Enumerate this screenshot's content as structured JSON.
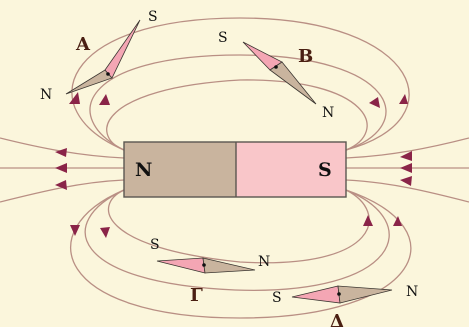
{
  "magnet": {
    "north_label": "N",
    "south_label": "S",
    "north_color": "#c9b49e",
    "south_color": "#f9c6c9"
  },
  "compasses": [
    {
      "name": "A",
      "north_label": "N",
      "south_label": "S"
    },
    {
      "name": "B",
      "north_label": "N",
      "south_label": "S"
    },
    {
      "name": "Γ",
      "north_label": "N",
      "south_label": "S"
    },
    {
      "name": "Δ",
      "north_label": "N",
      "south_label": "S"
    }
  ],
  "colors": {
    "background": "#fbf6dc",
    "field_line": "#b98f84",
    "arrow": "#8a2448",
    "needle_north": "#c9b49e",
    "needle_south": "#f4a6b4"
  }
}
